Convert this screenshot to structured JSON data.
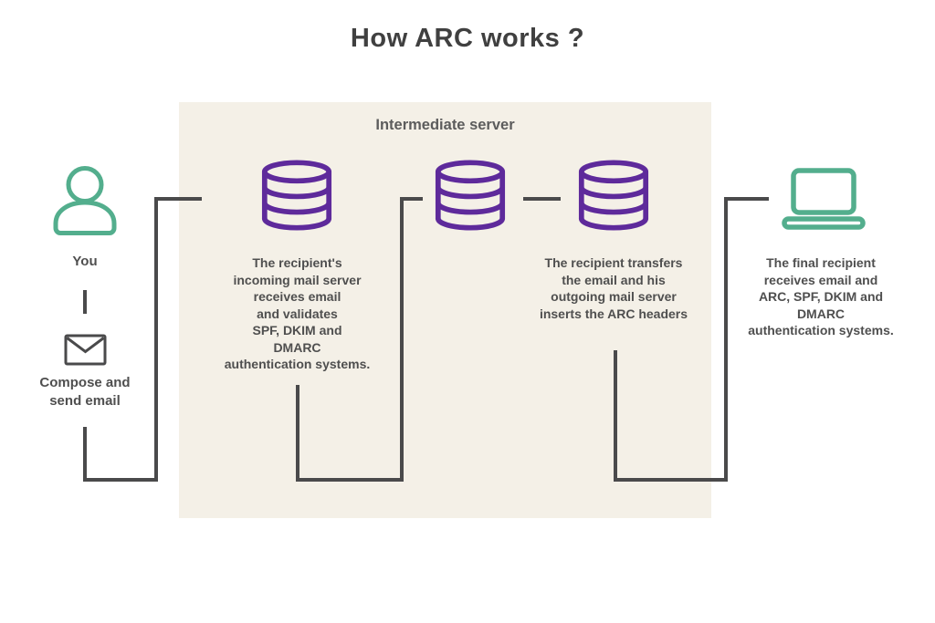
{
  "title": "How ARC works ?",
  "colors": {
    "teal": "#53ae8d",
    "purple": "#5e2a9b",
    "line": "#4a4a4b",
    "panel_background": "#f4f0e7",
    "text": "#4f4f4f"
  },
  "intermediate_server": {
    "label": "Intermediate server"
  },
  "sender": {
    "label": "You",
    "action": "Compose and\nsend email"
  },
  "icons": {
    "sender": "user-icon",
    "compose": "envelope-icon",
    "incoming_server": "database-icon",
    "transfer_server": "database-icon",
    "outgoing_server": "database-icon",
    "final_recipient": "laptop-icon"
  },
  "steps": [
    {
      "text": "The recipient's\nincoming mail server\nreceives email\nand validates\nSPF, DKIM and\nDMARC\nauthentication systems."
    },
    {
      "text": "The recipient transfers\nthe email and his\noutgoing mail server\ninserts the ARC headers"
    },
    {
      "text": "The final recipient\nreceives email and\nARC, SPF, DKIM and\nDMARC\nauthentication systems."
    }
  ]
}
